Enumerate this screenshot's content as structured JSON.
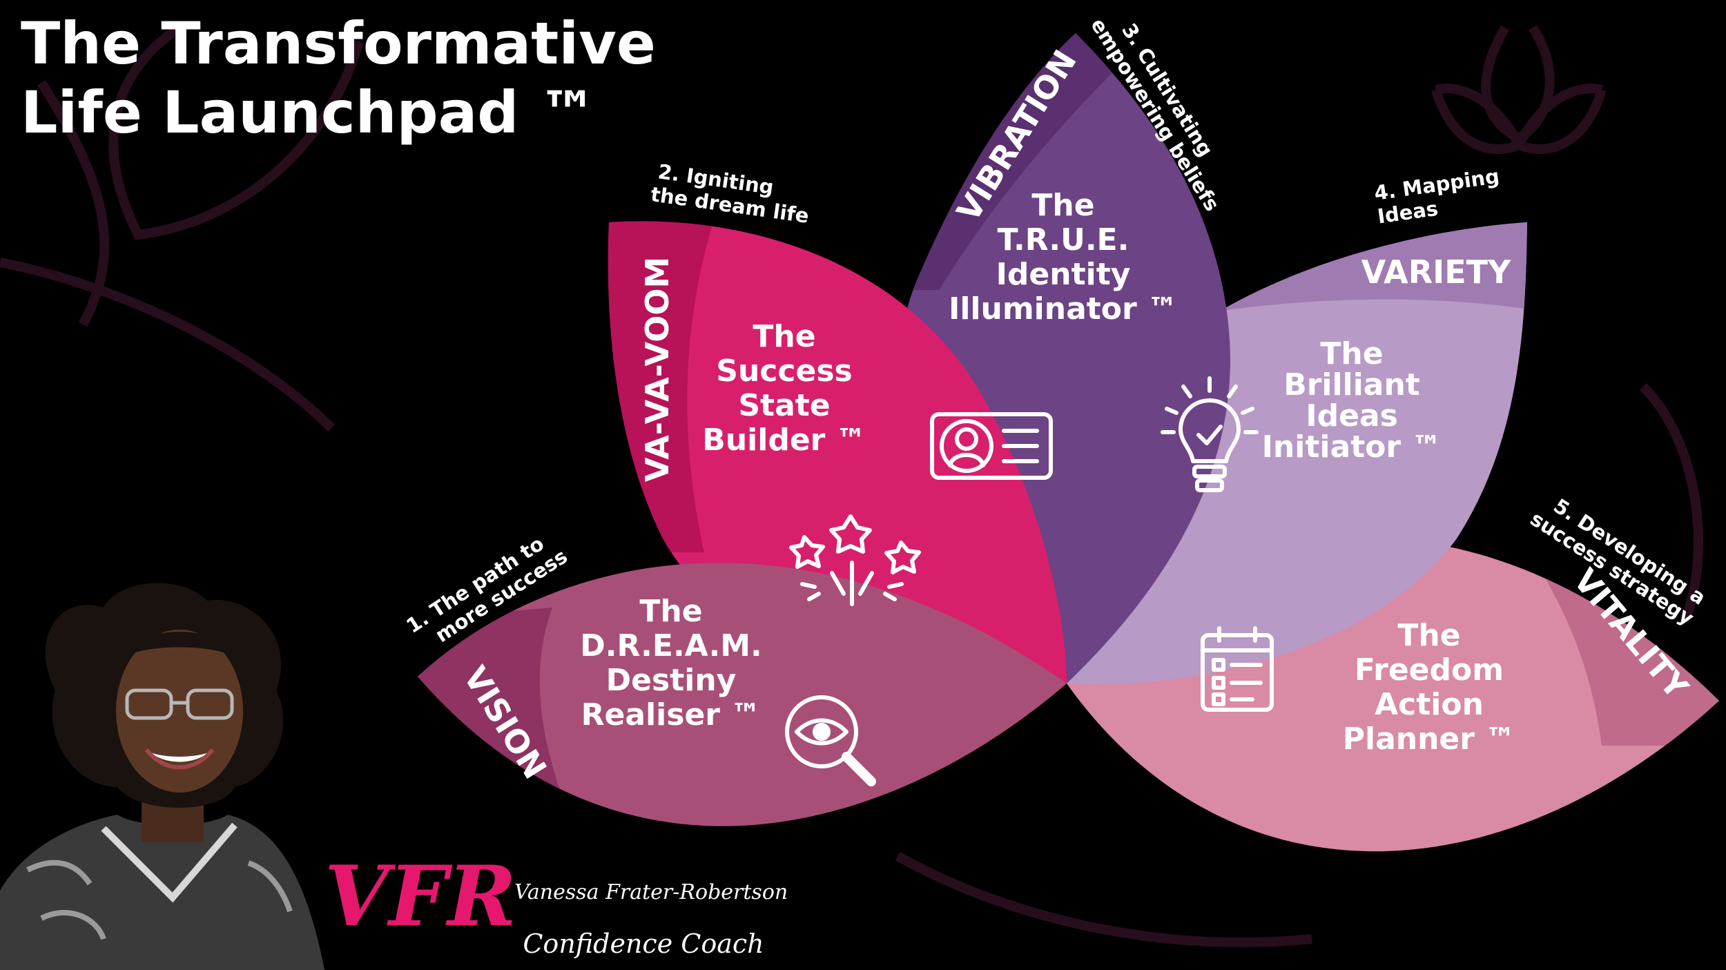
{
  "title": {
    "line1": "The Transformative",
    "line2": "Life Launchpad ™"
  },
  "petals": [
    {
      "id": "vision",
      "band": "VISION",
      "step": [
        "1. The path to",
        "more success"
      ],
      "name": [
        "The",
        "D.R.E.A.M.",
        "Destiny",
        "Realiser ™"
      ],
      "icon": "magnifier-eye-icon"
    },
    {
      "id": "vavavoom",
      "band": "VA-VA-VOOM",
      "step": [
        "2. Igniting",
        "the dream life"
      ],
      "name": [
        "The",
        "Success",
        "State",
        "Builder ™"
      ],
      "icon": "fireworks-icon"
    },
    {
      "id": "vibration",
      "band": "VIBRATION",
      "step": [
        "3. Cultivating",
        "empowering beliefs"
      ],
      "name": [
        "The",
        "T.R.U.E.",
        "Identity",
        "Illuminator ™"
      ],
      "icon": "id-card-icon"
    },
    {
      "id": "variety",
      "band": "VARIETY",
      "step": [
        "4. Mapping",
        "Ideas"
      ],
      "name": [
        "The",
        "Brilliant",
        "Ideas",
        "Initiator ™"
      ],
      "icon": "lightbulb-icon"
    },
    {
      "id": "vitality",
      "band": "VITALITY",
      "step": [
        "5. Developing a",
        "success strategy"
      ],
      "name": [
        "The",
        "Freedom",
        "Action",
        "Planner ™"
      ],
      "icon": "calendar-checklist-icon"
    }
  ],
  "branding": {
    "monogram": "VFR",
    "name": "Vanessa Frater-Robertson",
    "role": "Confidence Coach"
  },
  "colors": {
    "background": "#000000",
    "vision": "#a84f78",
    "vavavoom": "#d81f6c",
    "vibration": "#6c4384",
    "variety": "#b89ac6",
    "vitality": "#d98aa5",
    "monogram": "#e6186e"
  }
}
